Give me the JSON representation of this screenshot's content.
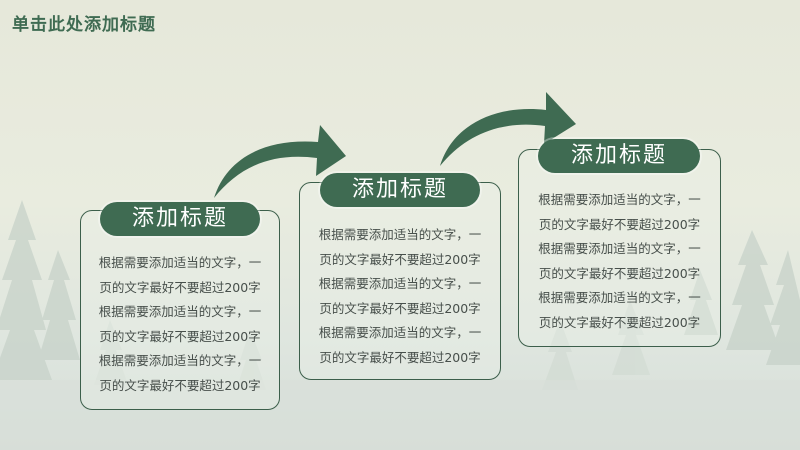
{
  "slide": {
    "title": "单击此处添加标题"
  },
  "steps": [
    {
      "title": "添加标题",
      "lines": [
        "根据需要添加适当的文字，一",
        "页的文字最好不要超过200字",
        "根据需要添加适当的文字，一",
        "页的文字最好不要超过200字",
        "根据需要添加适当的文字，一",
        "页的文字最好不要超过200字"
      ]
    },
    {
      "title": "添加标题",
      "lines": [
        "根据需要添加适当的文字，一",
        "页的文字最好不要超过200字",
        "根据需要添加适当的文字，一",
        "页的文字最好不要超过200字",
        "根据需要添加适当的文字，一",
        "页的文字最好不要超过200字"
      ]
    },
    {
      "title": "添加标题",
      "lines": [
        "根据需要添加适当的文字，一",
        "页的文字最好不要超过200字",
        "根据需要添加适当的文字，一",
        "页的文字最好不要超过200字",
        "根据需要添加适当的文字，一",
        "页的文字最好不要超过200字"
      ]
    }
  ],
  "colors": {
    "accent": "#3f6b52",
    "border": "#3c5f4b",
    "text": "#474f4b"
  },
  "icons": [
    "pine-forest-background",
    "curved-arrow-icon"
  ]
}
